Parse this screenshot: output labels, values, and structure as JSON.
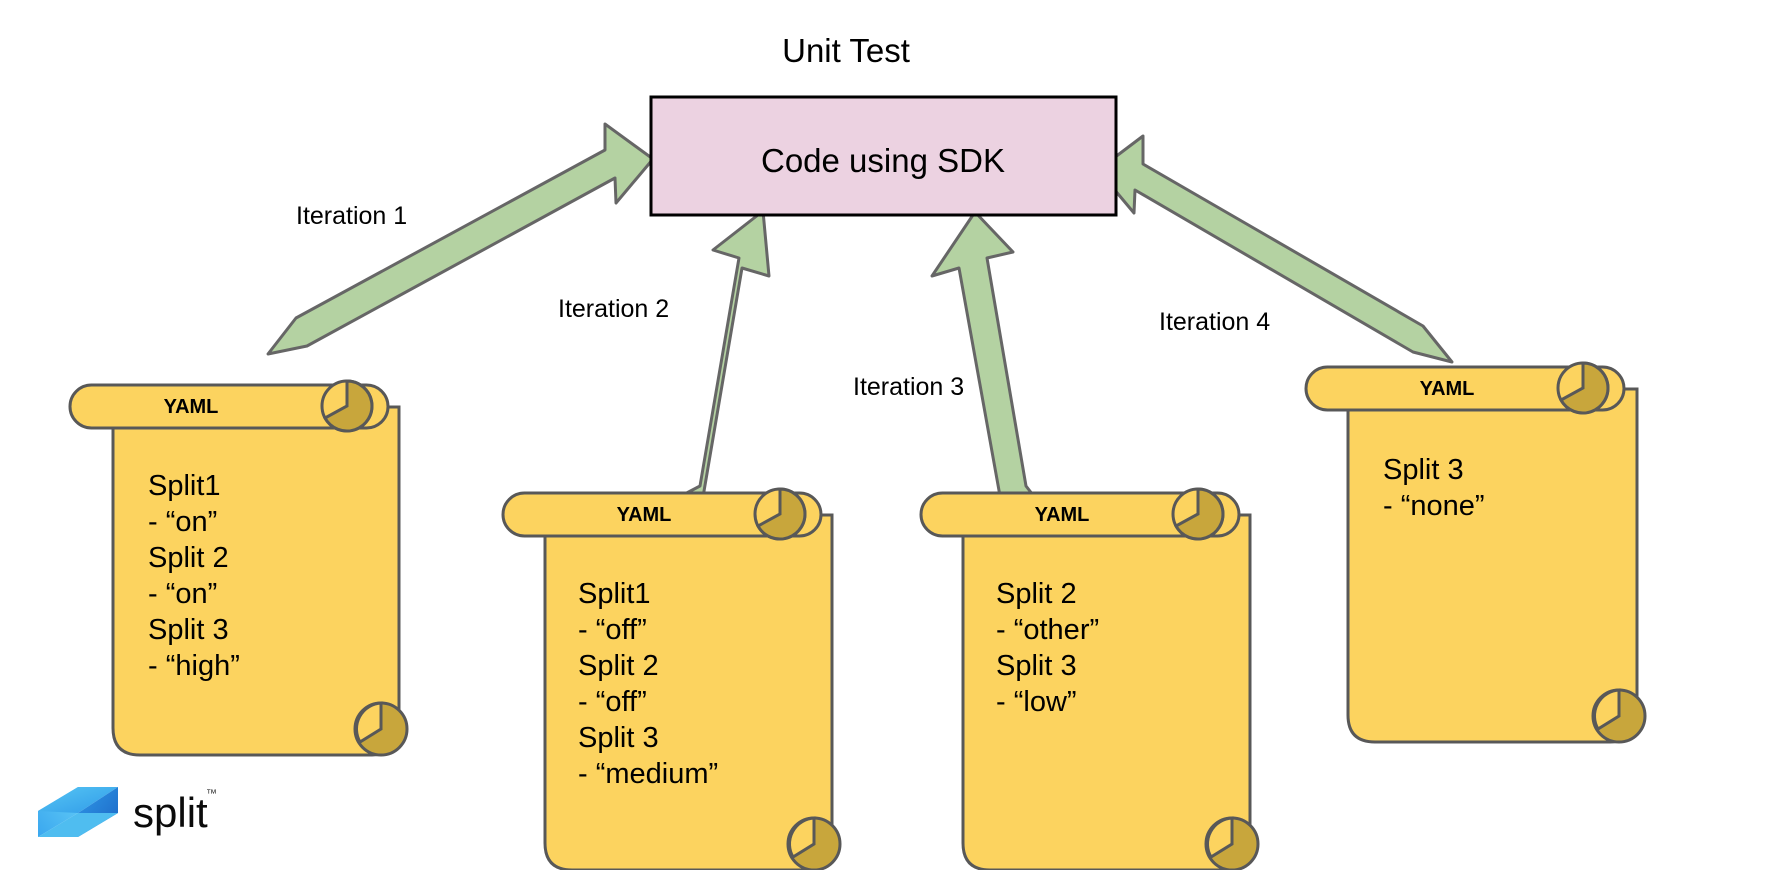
{
  "diagram": {
    "title": "Unit Test",
    "colors": {
      "arrow_fill": "#b4d2a2",
      "arrow_stroke": "#666666",
      "sdk_box_fill": "#ecd2e1",
      "sdk_box_stroke": "#000000",
      "scroll_fill": "#fcd35f",
      "scroll_stroke": "#585858",
      "scroll_curl_fill": "#c8a63c",
      "logo_blue_light": "#5bc8f5",
      "logo_blue_mid": "#2f9ae8",
      "logo_blue_dark": "#1f6fd0",
      "background": "#ffffff"
    },
    "sdk_box": {
      "label": "Code using SDK"
    },
    "arrows": [
      {
        "id": "iteration-1",
        "label": "Iteration 1"
      },
      {
        "id": "iteration-2",
        "label": "Iteration 2"
      },
      {
        "id": "iteration-3",
        "label": "Iteration 3"
      },
      {
        "id": "iteration-4",
        "label": "Iteration 4"
      }
    ],
    "scrolls": [
      {
        "id": "yaml-1",
        "header": "YAML",
        "lines": [
          "Split1",
          " - “on”",
          "Split 2",
          "- “on”",
          "Split 3",
          "- “high”"
        ]
      },
      {
        "id": "yaml-2",
        "header": "YAML",
        "lines": [
          "Split1",
          " - “off”",
          "Split 2",
          "- “off”",
          "Split 3",
          "- “medium”"
        ]
      },
      {
        "id": "yaml-3",
        "header": "YAML",
        "lines": [
          "Split 2",
          "- “other”",
          "Split 3",
          "- “low”"
        ]
      },
      {
        "id": "yaml-4",
        "header": "YAML",
        "lines": [
          "Split 3",
          "- “none”"
        ]
      }
    ],
    "logo": {
      "wordmark": "split",
      "trademark": "™"
    }
  }
}
